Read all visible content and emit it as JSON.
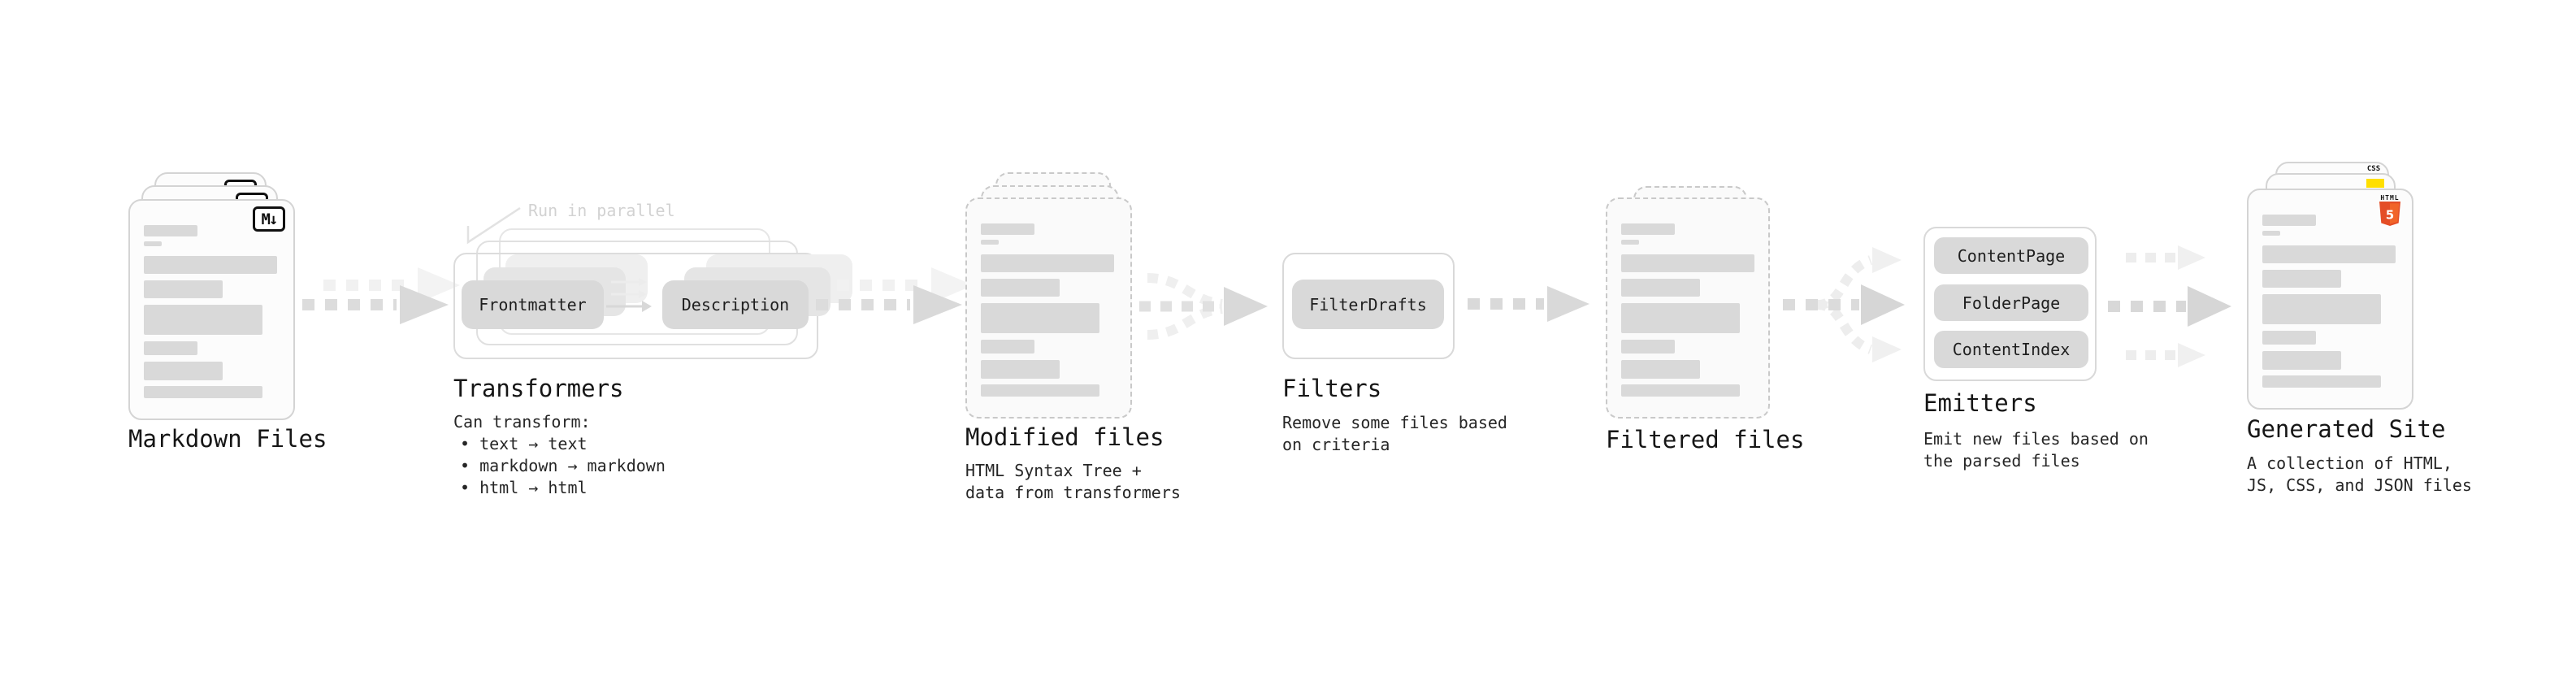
{
  "diagram": {
    "stages": {
      "markdown": {
        "title": "Markdown Files",
        "badge": "M↓"
      },
      "transformers": {
        "title": "Transformers",
        "note": "Run in parallel",
        "pills": {
          "frontmatter": "Frontmatter",
          "description": "Description"
        },
        "caption": "Can transform:",
        "bullets": {
          "b1": "• text → text",
          "b2": "• markdown → markdown",
          "b3": "• html → html"
        }
      },
      "modified": {
        "title": "Modified files",
        "caption1": "HTML Syntax Tree +",
        "caption2": "data from transformers"
      },
      "filters": {
        "title": "Filters",
        "pill": "FilterDrafts",
        "caption1": "Remove some files based",
        "caption2": "on criteria"
      },
      "filtered": {
        "title": "Filtered files"
      },
      "emitters": {
        "title": "Emitters",
        "pills": {
          "p1": "ContentPage",
          "p2": "FolderPage",
          "p3": "ContentIndex"
        },
        "caption1": "Emit new files based on",
        "caption2": "the parsed files"
      },
      "generated": {
        "title": "Generated Site",
        "caption1": "A collection of HTML,",
        "caption2": "JS, CSS, and JSON files",
        "badges": {
          "css": "CSS",
          "html_label": "HTML",
          "html_number": "5"
        }
      }
    },
    "colors": {
      "bar_gray": "#d9d9d9",
      "pill_gray": "#d9d9d9",
      "arrow_gray": "#d9d9d9",
      "ghost_arrow_gray": "#f1f1f1",
      "note_gray": "#d2d2d2",
      "html5_orange": "#e44d26",
      "html5_orange_light": "#f16529",
      "css_blue": "#2b5fe3",
      "js_yellow": "#ffdf00"
    }
  }
}
